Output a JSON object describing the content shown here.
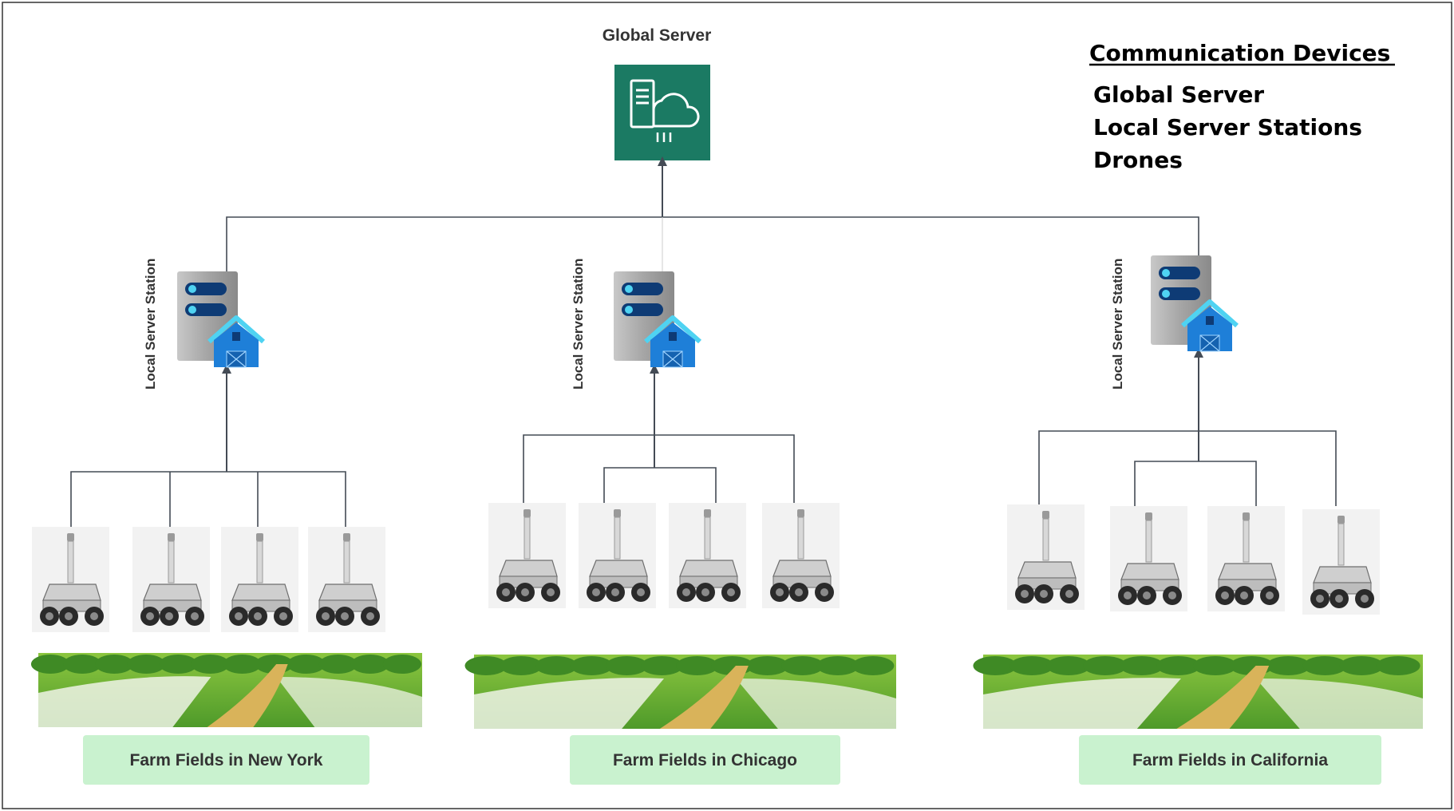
{
  "global_server": {
    "label": "Global Server",
    "icon": "cloud-server-icon",
    "color": "#1b7a63"
  },
  "legend": {
    "title": "Communication Devices",
    "items": [
      "Global Server",
      "Local Server Stations",
      "Drones"
    ]
  },
  "stations": [
    {
      "label": "Local Server Station",
      "icon": "farm-server-icon",
      "drone_count": 4,
      "field_label": "Farm Fields in New York"
    },
    {
      "label": "Local Server Station",
      "icon": "farm-server-icon",
      "drone_count": 4,
      "field_label": "Farm Fields in Chicago"
    },
    {
      "label": "Local Server Station",
      "icon": "farm-server-icon",
      "drone_count": 4,
      "field_label": "Farm Fields in California"
    }
  ],
  "colors": {
    "connector": "#444b55",
    "field_label_bg": "#c9f2cf",
    "barn_blue": "#1e7fd8",
    "barn_roof": "#4fd3f2",
    "server_gray": "#9a9a9a"
  }
}
